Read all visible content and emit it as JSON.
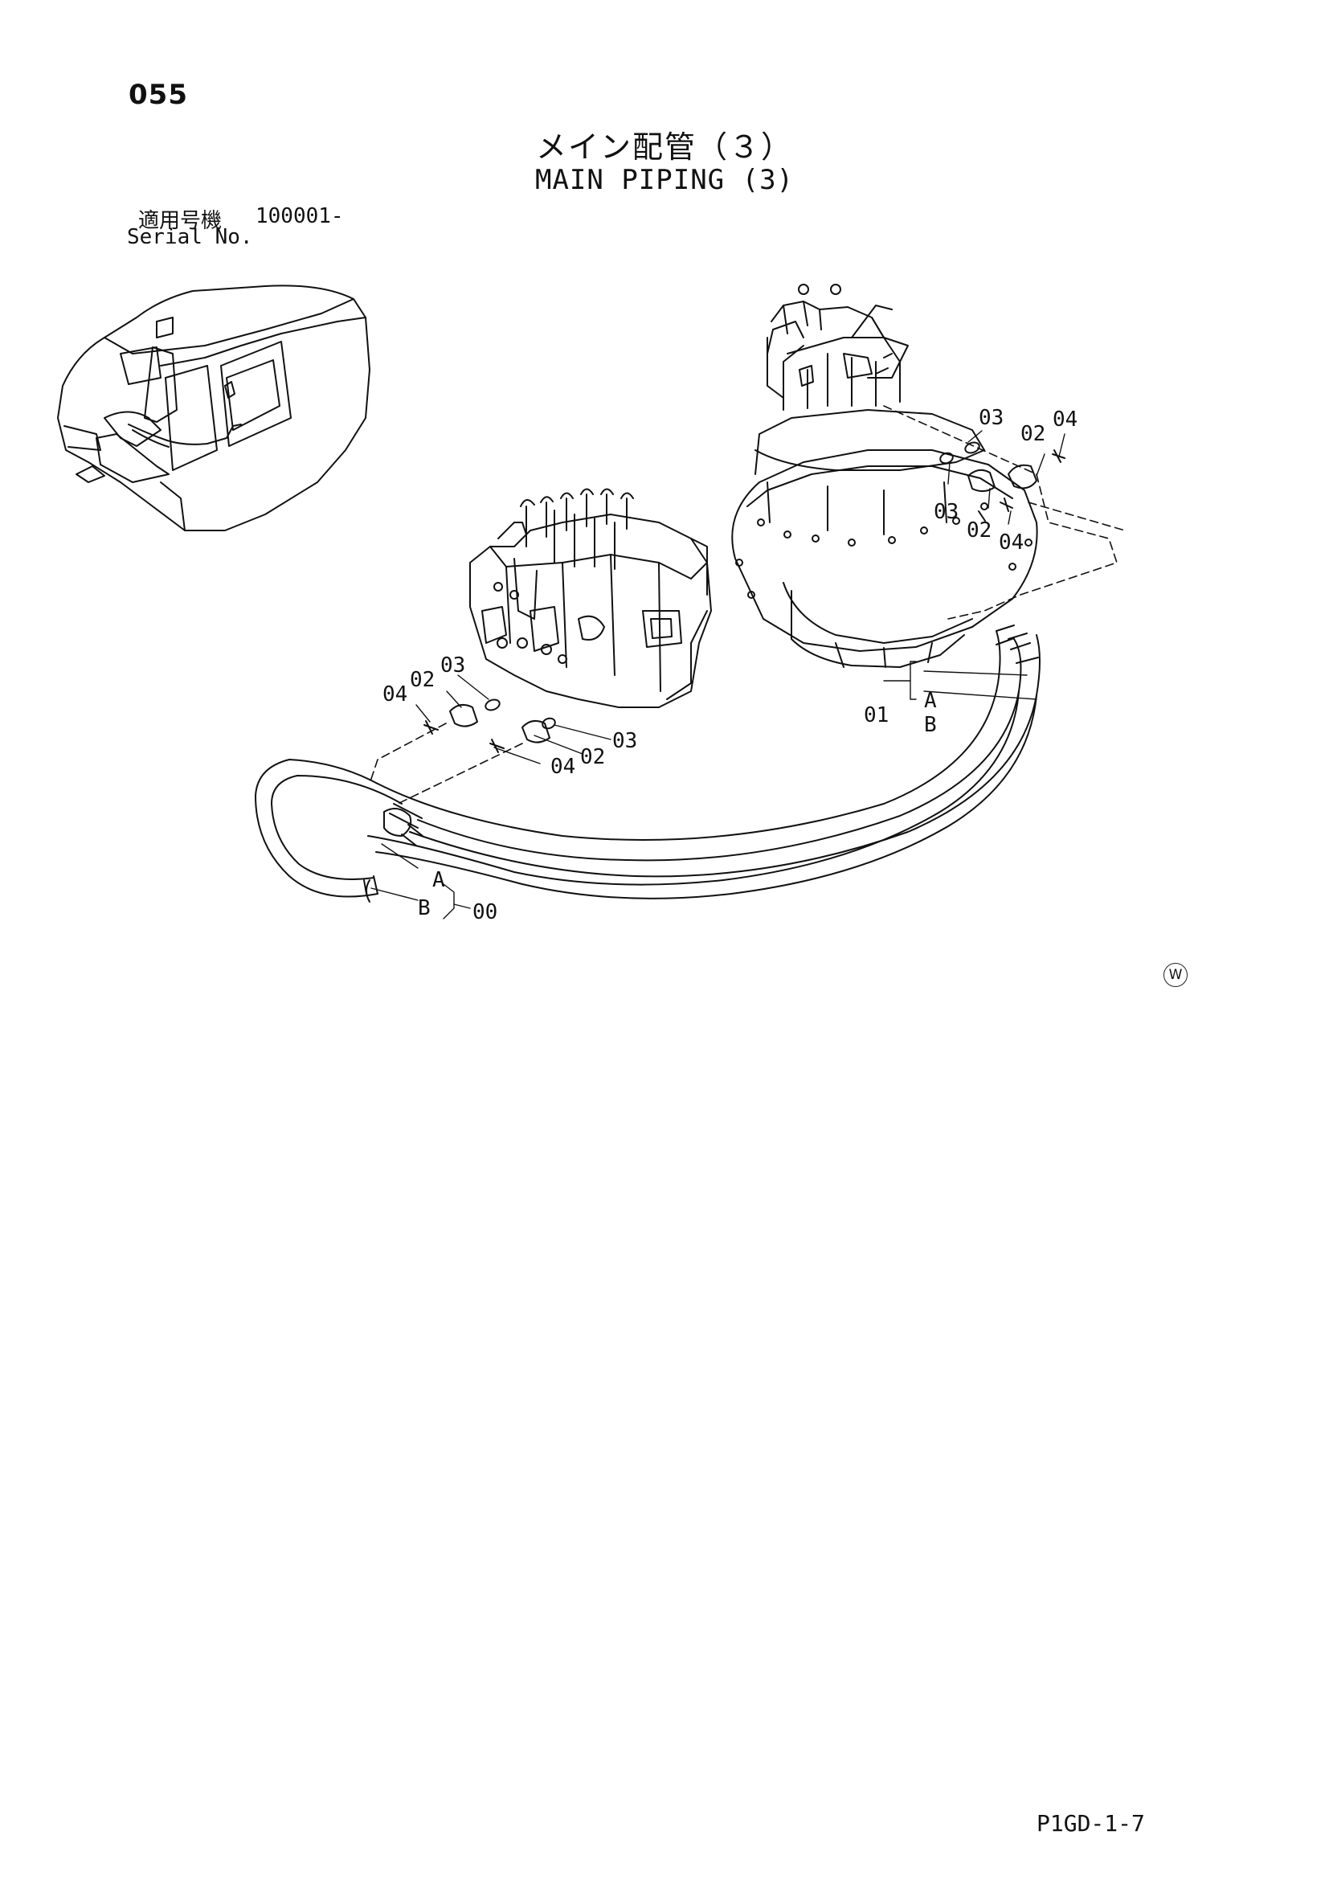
{
  "page_number": "055",
  "title_ja": "メイン配管（３）",
  "title_en": "MAIN PIPING (3)",
  "serial": {
    "label_ja": "適用号機",
    "value": "100001-",
    "label_en": "Serial No."
  },
  "callouts": {
    "right_valve": {
      "c03a": "03",
      "c02a": "02",
      "c04a": "04",
      "c03b": "03",
      "c02b": "02",
      "c04b": "04"
    },
    "left_valve": {
      "c04a": "04",
      "c02a": "02",
      "c03a": "03",
      "c03b": "03",
      "c02b": "02",
      "c04b": "04"
    },
    "hose_right": {
      "num": "01",
      "a": "A",
      "b": "B"
    },
    "hose_left": {
      "a": "A",
      "b": "B",
      "num": "00"
    }
  },
  "watermark": "W",
  "doc_code": "P1GD-1-7"
}
